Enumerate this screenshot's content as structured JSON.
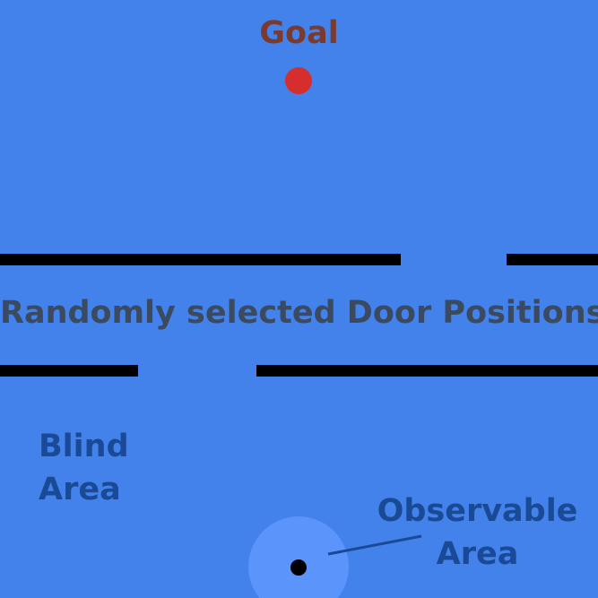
{
  "labels": {
    "goal": "Goal",
    "doors": "Randomly selected Door Positions",
    "blind": "Blind Area",
    "observable": "Observable Area"
  },
  "colors": {
    "background": "#4282ea",
    "goal_dot": "#d62d2d",
    "goal_text": "#7a3b2e",
    "doors_text": "#3b4a5e",
    "area_text": "#1a4a96",
    "observable_circle": "#5b94fb",
    "walls": "#000000",
    "agent": "#000000"
  }
}
